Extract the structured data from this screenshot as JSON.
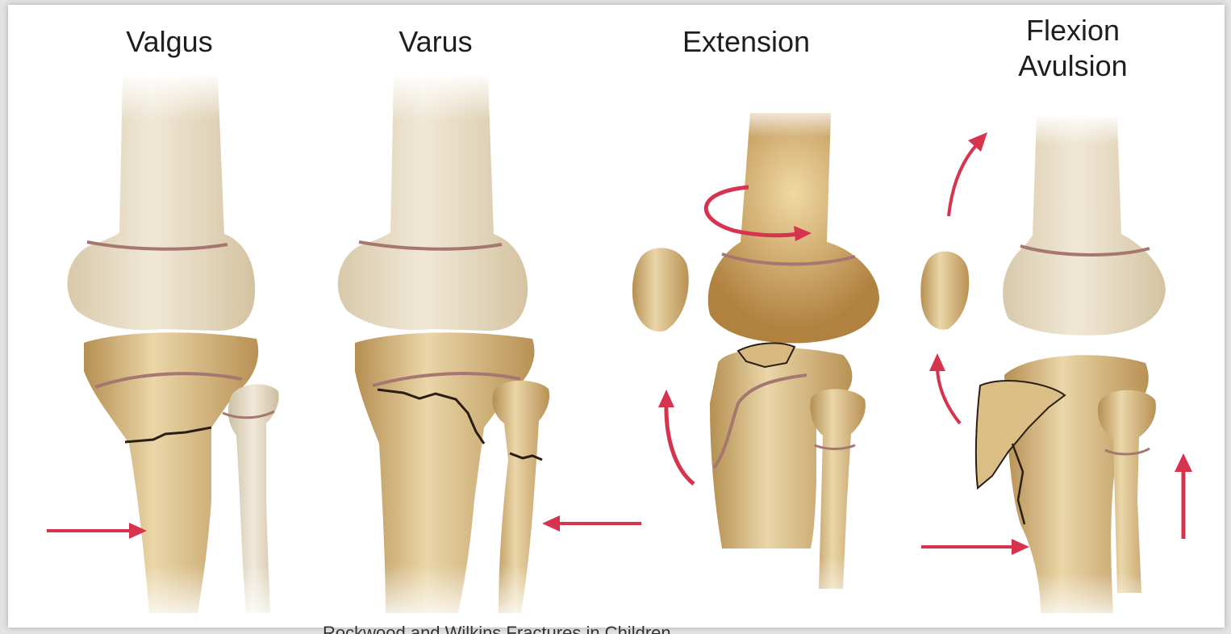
{
  "panels": [
    {
      "title": "Valgus"
    },
    {
      "title": "Varus"
    },
    {
      "title": "Extension"
    },
    {
      "title_line1": "Flexion",
      "title_line2": "Avulsion"
    }
  ],
  "caption": "Rockwood and Wilkins Fractures in Children",
  "colors": {
    "femur": "#ece3cf",
    "femur_shadow": "#d9cbb0",
    "tibia": "#e2cc9a",
    "tibia_dark": "#c29d5e",
    "physis_line": "#a57770",
    "arrow": "#d6334f",
    "fracture": "#2a1d12"
  }
}
